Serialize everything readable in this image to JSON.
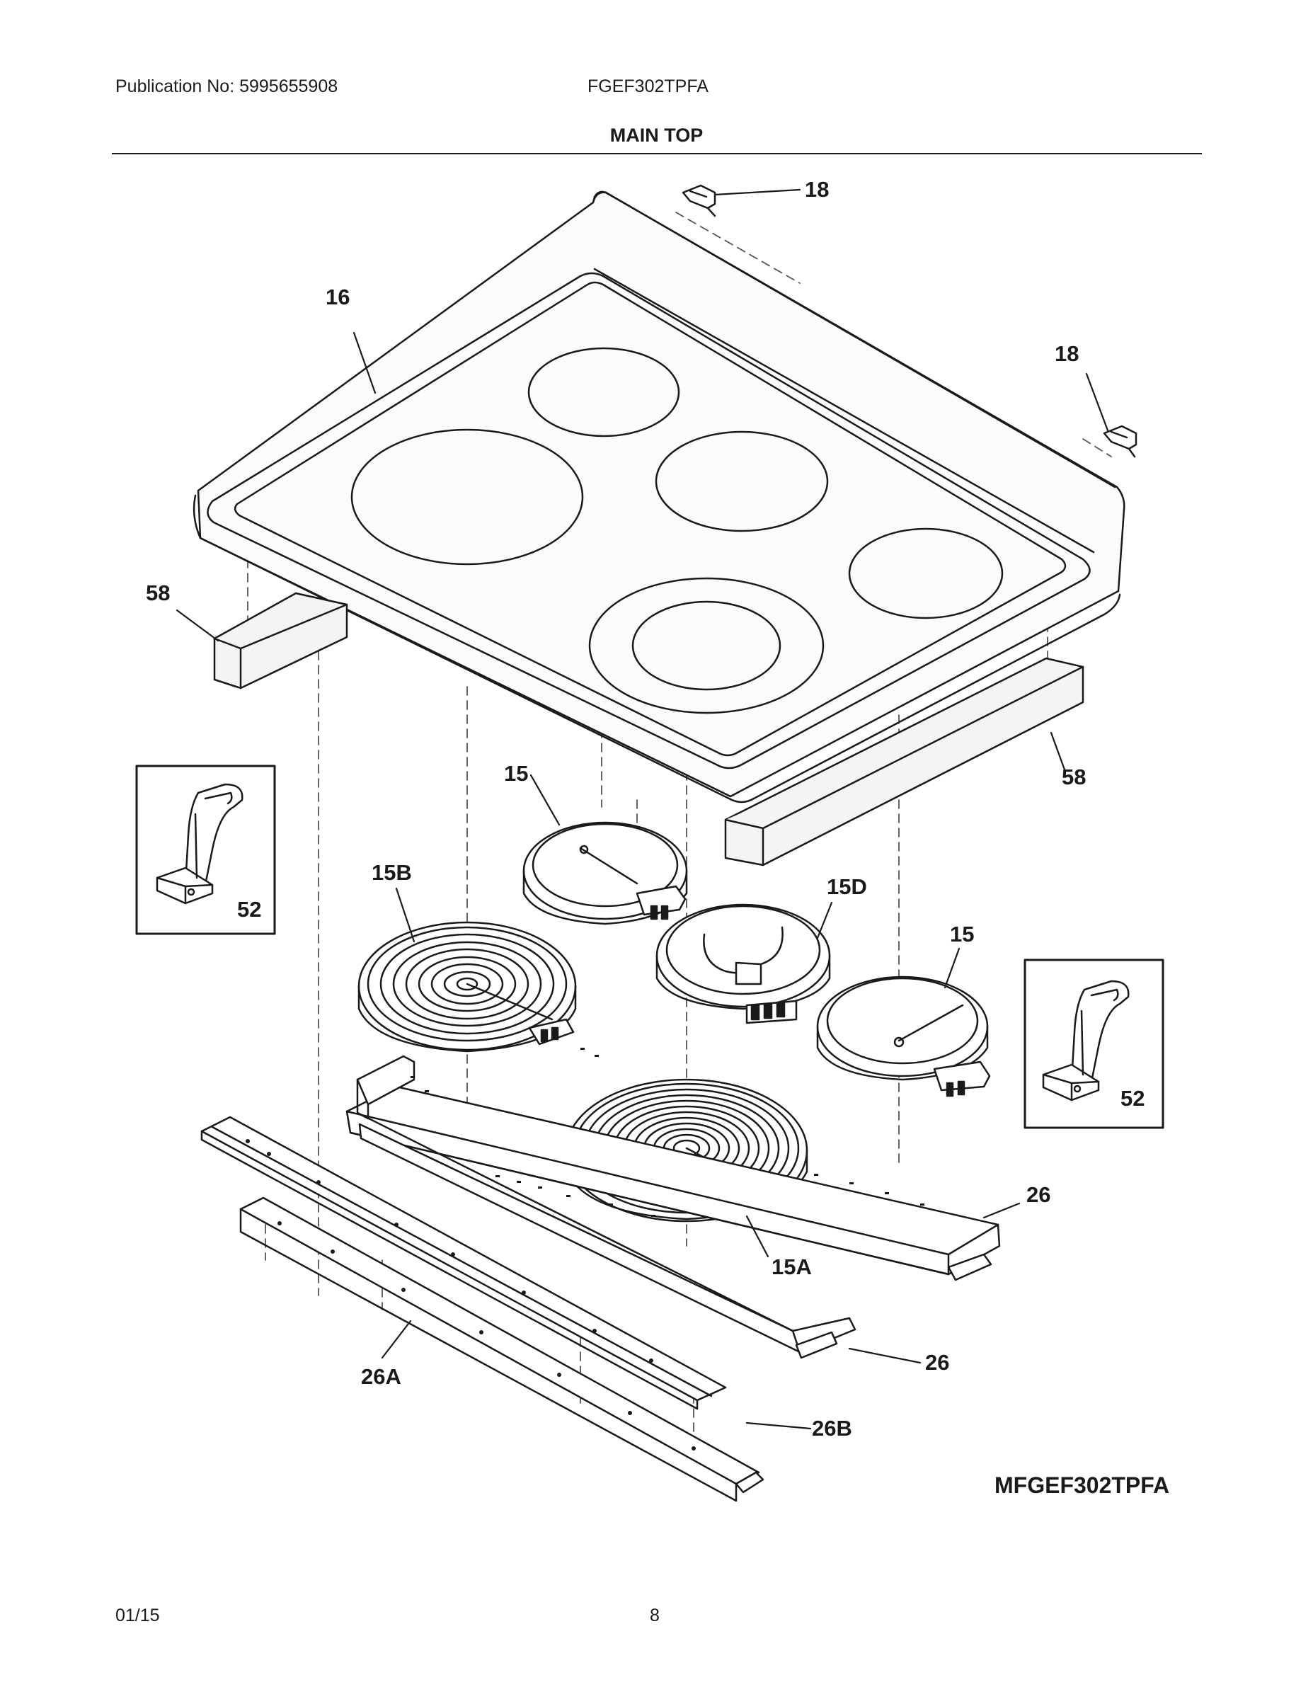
{
  "header": {
    "publication": "Publication No: 5995655908",
    "model": "FGEF302TPFA",
    "title": "MAIN TOP"
  },
  "callouts": [
    "18",
    "16",
    "18",
    "58",
    "58",
    "15",
    "15B",
    "15D",
    "15",
    "52",
    "52",
    "26",
    "15A",
    "26",
    "26A",
    "26B"
  ],
  "diagram_code": "MFGEF302TPFA",
  "footer": {
    "date": "01/15",
    "page": "8"
  }
}
